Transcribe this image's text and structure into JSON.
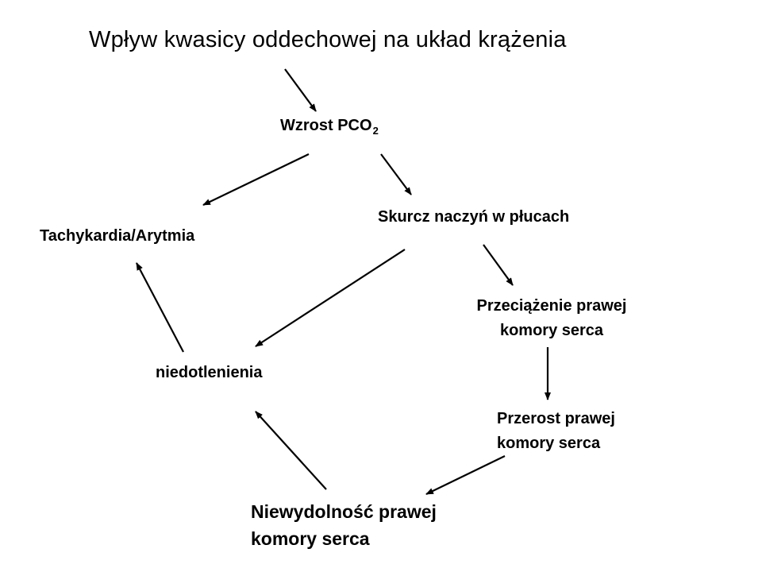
{
  "diagram": {
    "title": "Wpływ kwasicy oddechowej na układ krążenia",
    "nodes": {
      "wzrost_pco2": {
        "prefix": "Wzrost  PCO",
        "subscript": "2"
      },
      "skurcz": {
        "label": "Skurcz naczyń w płucach"
      },
      "tachykardia": {
        "label": "Tachykardia/Arytmia"
      },
      "przeciazenie": {
        "line1": "Przeciążenie prawej",
        "line2": "komory serca"
      },
      "niedotlenienia": {
        "label": "niedotlenienia"
      },
      "przerost": {
        "line1": "Przerost prawej",
        "line2": "komory serca"
      },
      "niewydolnosc": {
        "line1": "Niewydolność prawej",
        "line2": "komory serca"
      }
    },
    "edges": [
      {
        "from": "title",
        "to": "wzrost_pco2"
      },
      {
        "from": "wzrost_pco2",
        "to": "tachykardia"
      },
      {
        "from": "wzrost_pco2",
        "to": "skurcz"
      },
      {
        "from": "skurcz",
        "to": "niedotlenienia"
      },
      {
        "from": "skurcz",
        "to": "przeciazenie"
      },
      {
        "from": "przeciazenie",
        "to": "przerost"
      },
      {
        "from": "przerost",
        "to": "niewydolnosc"
      },
      {
        "from": "niewydolnosc",
        "to": "niedotlenienia"
      },
      {
        "from": "niedotlenienia",
        "to": "tachykardia"
      }
    ]
  }
}
